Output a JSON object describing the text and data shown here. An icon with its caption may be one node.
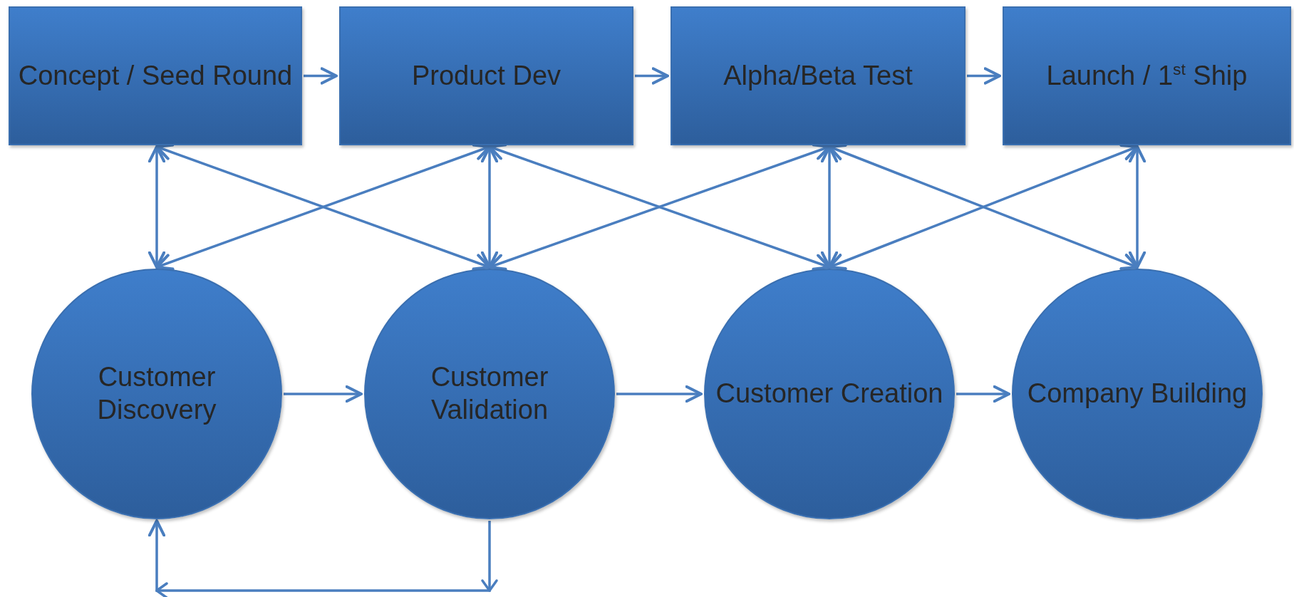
{
  "diagram": {
    "nodes": [
      {
        "text": [
          "Concept / Seed Round"
        ]
      },
      {
        "text": [
          "Product Dev"
        ]
      },
      {
        "text": [
          "Alpha/Beta Test"
        ]
      },
      {
        "text": [
          "Launch / 1$^{st}$ Ship"
        ]
      },
      {
        "text": [
          "Customer Discovery"
        ]
      },
      {
        "text": [
          "Customer Validation"
        ]
      },
      {
        "text": [
          "Customer Creation"
        ]
      },
      {
        "text": [
          "Company Building"
        ]
      }
    ],
    "edges": [
      {
        "from": 0,
        "to": 1,
        "arrow": "to"
      },
      {
        "from": 1,
        "to": 2,
        "arrow": "to"
      },
      {
        "from": 2,
        "to": 3,
        "arrow": "to"
      },
      {
        "from": 0,
        "to": 4,
        "arrow": "both"
      },
      {
        "from": 0,
        "to": 5,
        "arrow": "both"
      },
      {
        "from": 1,
        "to": 4,
        "arrow": "both"
      },
      {
        "from": 1,
        "to": 5,
        "arrow": "both"
      },
      {
        "from": 1,
        "to": 6,
        "arrow": "both"
      },
      {
        "from": 2,
        "to": 5,
        "arrow": "both"
      },
      {
        "from": 2,
        "to": 6,
        "arrow": "both"
      },
      {
        "from": 2,
        "to": 7,
        "arrow": "both"
      },
      {
        "from": 3,
        "to": 6,
        "arrow": "both"
      },
      {
        "from": 3,
        "to": 7,
        "arrow": "both"
      },
      {
        "from": 4,
        "to": 5,
        "arrow": "to"
      },
      {
        "from": 5,
        "to": 6,
        "arrow": "to"
      },
      {
        "from": 6,
        "to": 7,
        "arrow": "to"
      },
      {
        "from": 5,
        "to": 4,
        "arrow": "to"
      }
    ]
  }
}
